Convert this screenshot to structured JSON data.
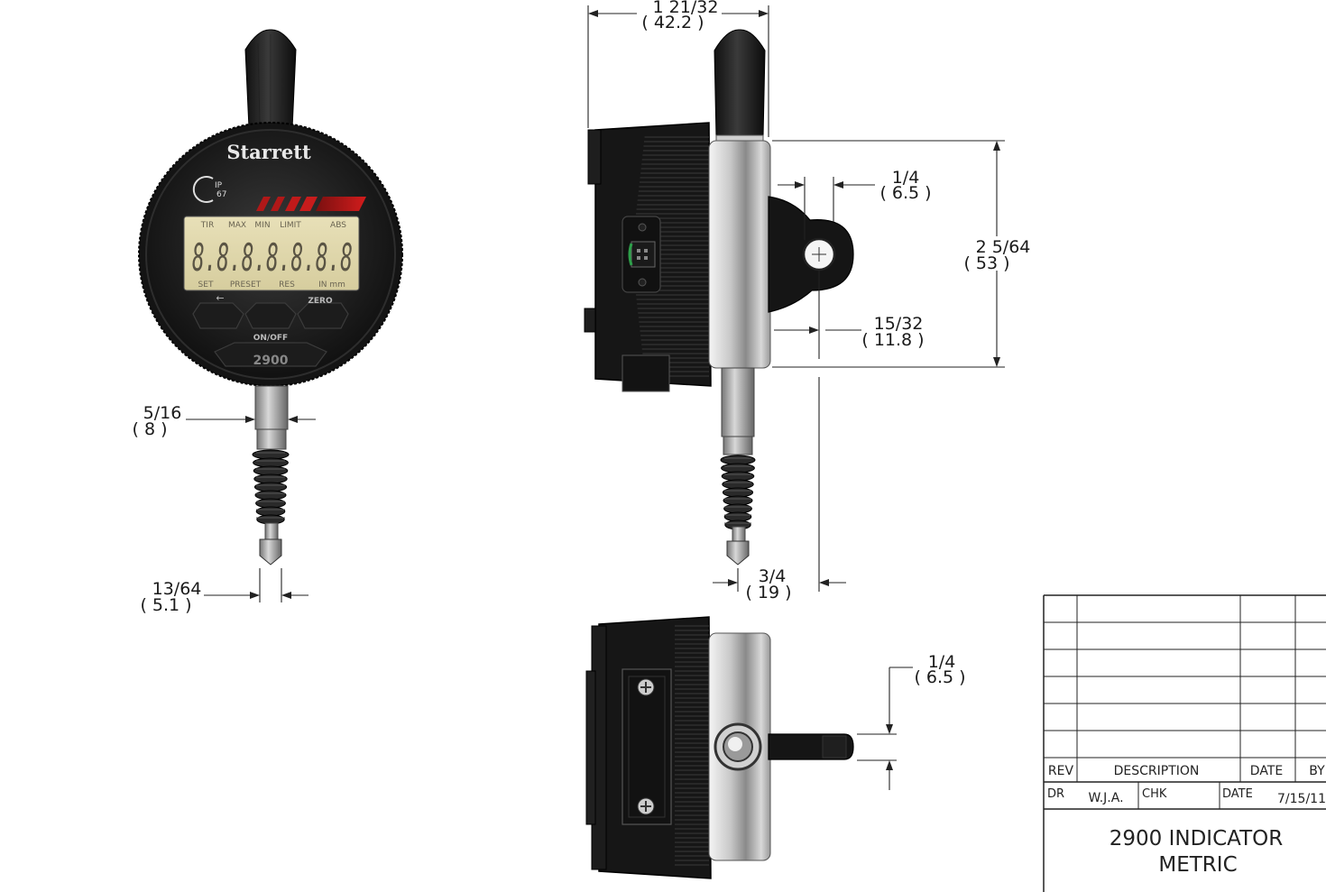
{
  "front_view": {
    "brand": "Starrett",
    "lcd_top_labels": [
      "TIR",
      "MAX",
      "MIN",
      "LIMIT",
      "ABS"
    ],
    "lcd_digits": "8.8.8.8.8.8.8",
    "lcd_bottom_labels": [
      "SET",
      "PRESET",
      "RES",
      "IN mm"
    ],
    "button_left_label": "←",
    "button_right_label": "ZERO",
    "onoff_label": "ON/OFF",
    "model_label": "2900",
    "dim_stem_in": "5/16",
    "dim_stem_mm": "( 8 )",
    "dim_tip_in": "13/64",
    "dim_tip_mm": "( 5.1 )"
  },
  "side_view": {
    "dim_depth_in": "1 21/32",
    "dim_depth_mm": "( 42.2 )",
    "dim_lug_in": "1/4",
    "dim_lug_mm": "( 6.5 )",
    "dim_height_in": "2 5/64",
    "dim_height_mm": "( 53 )",
    "dim_lug_offset_in": "15/32",
    "dim_lug_offset_mm": "( 11.8 )",
    "dim_tip_offset_in": "3/4",
    "dim_tip_offset_mm": "( 19 )"
  },
  "top_view": {
    "dim_lug_thick_in": "1/4",
    "dim_lug_thick_mm": "( 6.5 )"
  },
  "title_block": {
    "col_rev": "REV",
    "col_description": "DESCRIPTION",
    "col_date": "DATE",
    "col_by": "BY",
    "dr_label": "DR",
    "dr_value": "W.J.A.",
    "chk_label": "CHK",
    "date_label": "DATE",
    "date_value": "7/15/11",
    "title_line1": "2900 INDICATOR",
    "title_line2": "METRIC"
  }
}
